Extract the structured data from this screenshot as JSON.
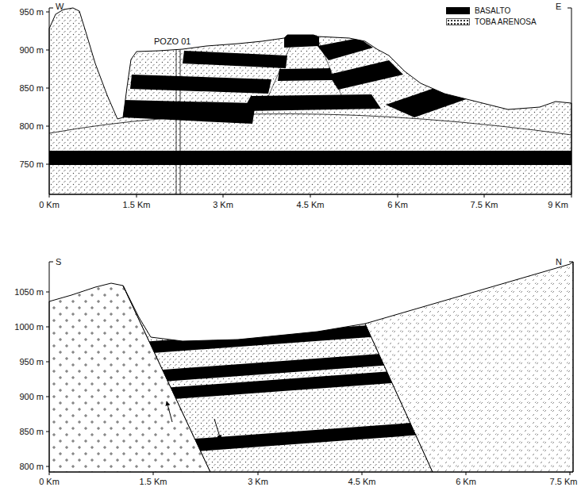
{
  "diagram": {
    "labels": [
      "W",
      "E",
      "POZO 01",
      "950 m",
      "900 m",
      "850 m",
      "800 m",
      "750 m",
      "0 Km",
      "1.5 Km",
      "3 Km",
      "4.5 Km",
      "6 Km",
      "7.5 Km",
      "9 Km",
      "S",
      "N",
      "1050 m",
      "1000 m",
      "950 m",
      "900 m",
      "850 m",
      "800 m",
      "0 Km",
      "1.5 Km",
      "3 Km",
      "4.5 Km",
      "6 Km",
      "7.5 Km"
    ],
    "legend": [
      {
        "text": "BASALTO",
        "color": "#000000"
      },
      {
        "text": "TOBA ARENOSA"
      }
    ]
  }
}
